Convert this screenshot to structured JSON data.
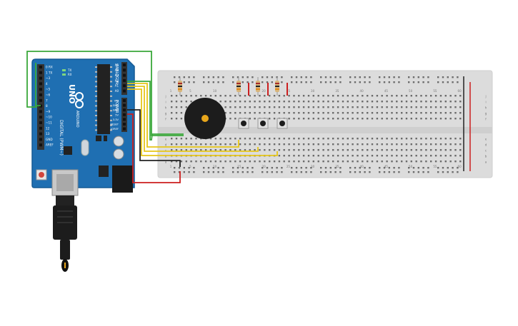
{
  "board": {
    "name": "UNO",
    "brand": "ARDUINO",
    "digital_label": "DIGITAL (PWM~)",
    "analog_label": "ANALOG IN",
    "power_label": "POWER",
    "tx_label": "TX",
    "rx_label": "RX",
    "digital_pins": [
      "0 RX",
      "1 TX",
      "~3",
      "4",
      "~5",
      "~6",
      "7",
      "8",
      "~9",
      "~10",
      "~11",
      "12",
      "13",
      "GND",
      "AREF"
    ],
    "analog_pins": [
      "A5",
      "A4",
      "A3",
      "A2",
      "A1",
      "A0"
    ],
    "power_pins": [
      "VIN",
      "GND",
      "GND",
      "5V",
      "3.3V",
      "RESET",
      "IOREF"
    ]
  },
  "breadboard": {
    "columns": [
      1,
      5,
      10,
      15,
      20,
      25,
      30,
      35,
      40,
      45,
      50,
      55,
      60
    ],
    "rows_top": [
      "j",
      "i",
      "h",
      "g",
      "f"
    ],
    "rows_bottom": [
      "e",
      "d",
      "c",
      "b",
      "a"
    ]
  },
  "colors": {
    "board": "#1f6fb2",
    "board_edge": "#155a94",
    "breadboard": "#dcdcdc",
    "wire_green": "#3aa83a",
    "wire_yellow": "#e6c619",
    "wire_red": "#cc1f1f",
    "wire_black": "#222222"
  }
}
